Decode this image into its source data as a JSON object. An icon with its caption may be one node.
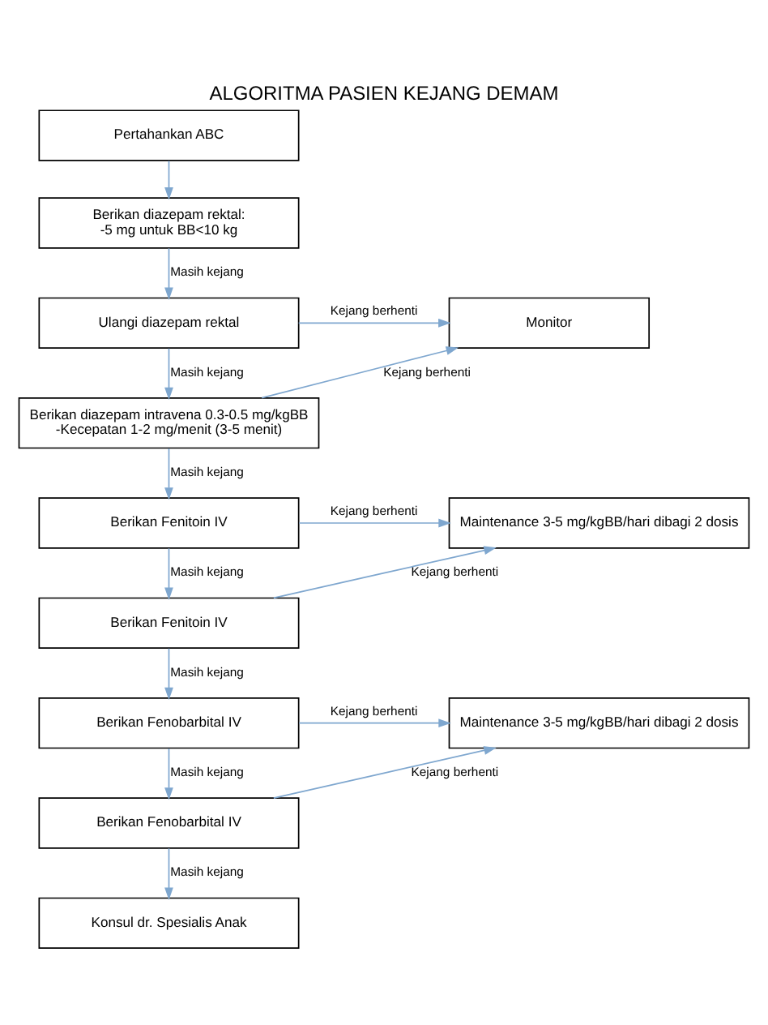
{
  "diagram": {
    "title": "ALGORITMA PASIEN KEJANG DEMAM",
    "nodes": [
      {
        "text": [
          "Pertahankan ABC"
        ]
      },
      {
        "text": [
          "Berikan diazepam rektal:",
          "-5 mg untuk BB<10 kg"
        ]
      },
      {
        "text": [
          "Ulangi diazepam rektal"
        ]
      },
      {
        "text": [
          "Monitor"
        ]
      },
      {
        "text": [
          "Berikan diazepam intravena 0.3-0.5 mg/kgBB",
          "-Kecepatan 1-2 mg/menit (3-5 menit)"
        ]
      },
      {
        "text": [
          "Berikan Fenitoin IV"
        ]
      },
      {
        "text": [
          "Maintenance 3-5 mg/kgBB/hari dibagi 2 dosis"
        ]
      },
      {
        "text": [
          "Berikan Fenitoin IV"
        ]
      },
      {
        "text": [
          "Berikan Fenobarbital IV"
        ]
      },
      {
        "text": [
          "Maintenance 3-5 mg/kgBB/hari dibagi 2 dosis"
        ]
      },
      {
        "text": [
          "Berikan Fenobarbital IV"
        ]
      },
      {
        "text": [
          "Konsul dr. Spesialis Anak"
        ]
      }
    ],
    "edges": [
      {
        "from": 0,
        "to": 1,
        "arrow": "to"
      },
      {
        "from": 1,
        "to": 2,
        "arrow": "to",
        "label": "Masih kejang"
      },
      {
        "from": 2,
        "to": 3,
        "arrow": "to",
        "label": "Kejang berhenti"
      },
      {
        "from": 2,
        "to": 4,
        "arrow": "to",
        "label": "Masih kejang"
      },
      {
        "from": 4,
        "to": 3,
        "arrow": "to",
        "label": "Kejang berhenti"
      },
      {
        "from": 4,
        "to": 5,
        "arrow": "to",
        "label": "Masih kejang"
      },
      {
        "from": 5,
        "to": 6,
        "arrow": "to",
        "label": "Kejang berhenti"
      },
      {
        "from": 5,
        "to": 7,
        "arrow": "to",
        "label": "Masih kejang"
      },
      {
        "from": 7,
        "to": 6,
        "arrow": "to",
        "label": "Kejang berhenti"
      },
      {
        "from": 7,
        "to": 8,
        "arrow": "to",
        "label": "Masih kejang"
      },
      {
        "from": 8,
        "to": 9,
        "arrow": "to",
        "label": "Kejang berhenti"
      },
      {
        "from": 8,
        "to": 10,
        "arrow": "to",
        "label": "Masih kejang"
      },
      {
        "from": 10,
        "to": 9,
        "arrow": "to",
        "label": "Kejang berhenti"
      },
      {
        "from": 10,
        "to": 11,
        "arrow": "to",
        "label": "Masih kejang"
      }
    ]
  }
}
